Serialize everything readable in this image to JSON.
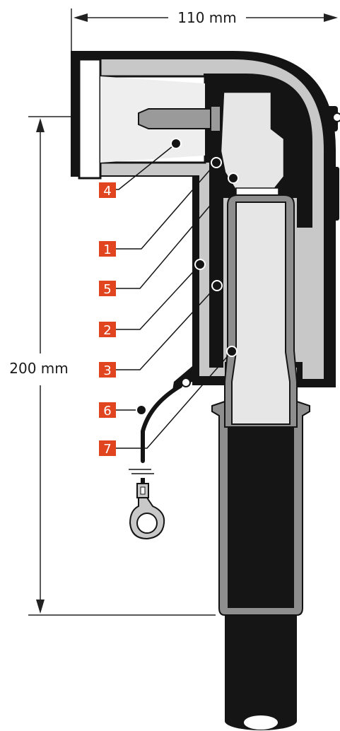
{
  "dimensions": {
    "width_label": "110 mm",
    "height_label": "200 mm"
  },
  "callouts": [
    "1",
    "2",
    "3",
    "4",
    "5",
    "6",
    "7"
  ],
  "colors": {
    "callout_badge": "#e0451f",
    "outer_housing": "#141414",
    "insulation": "#c8c8c8",
    "conductor": "#e6e6e6",
    "cable_jacket": "#151515",
    "sleeve": "#9a9a9a"
  }
}
